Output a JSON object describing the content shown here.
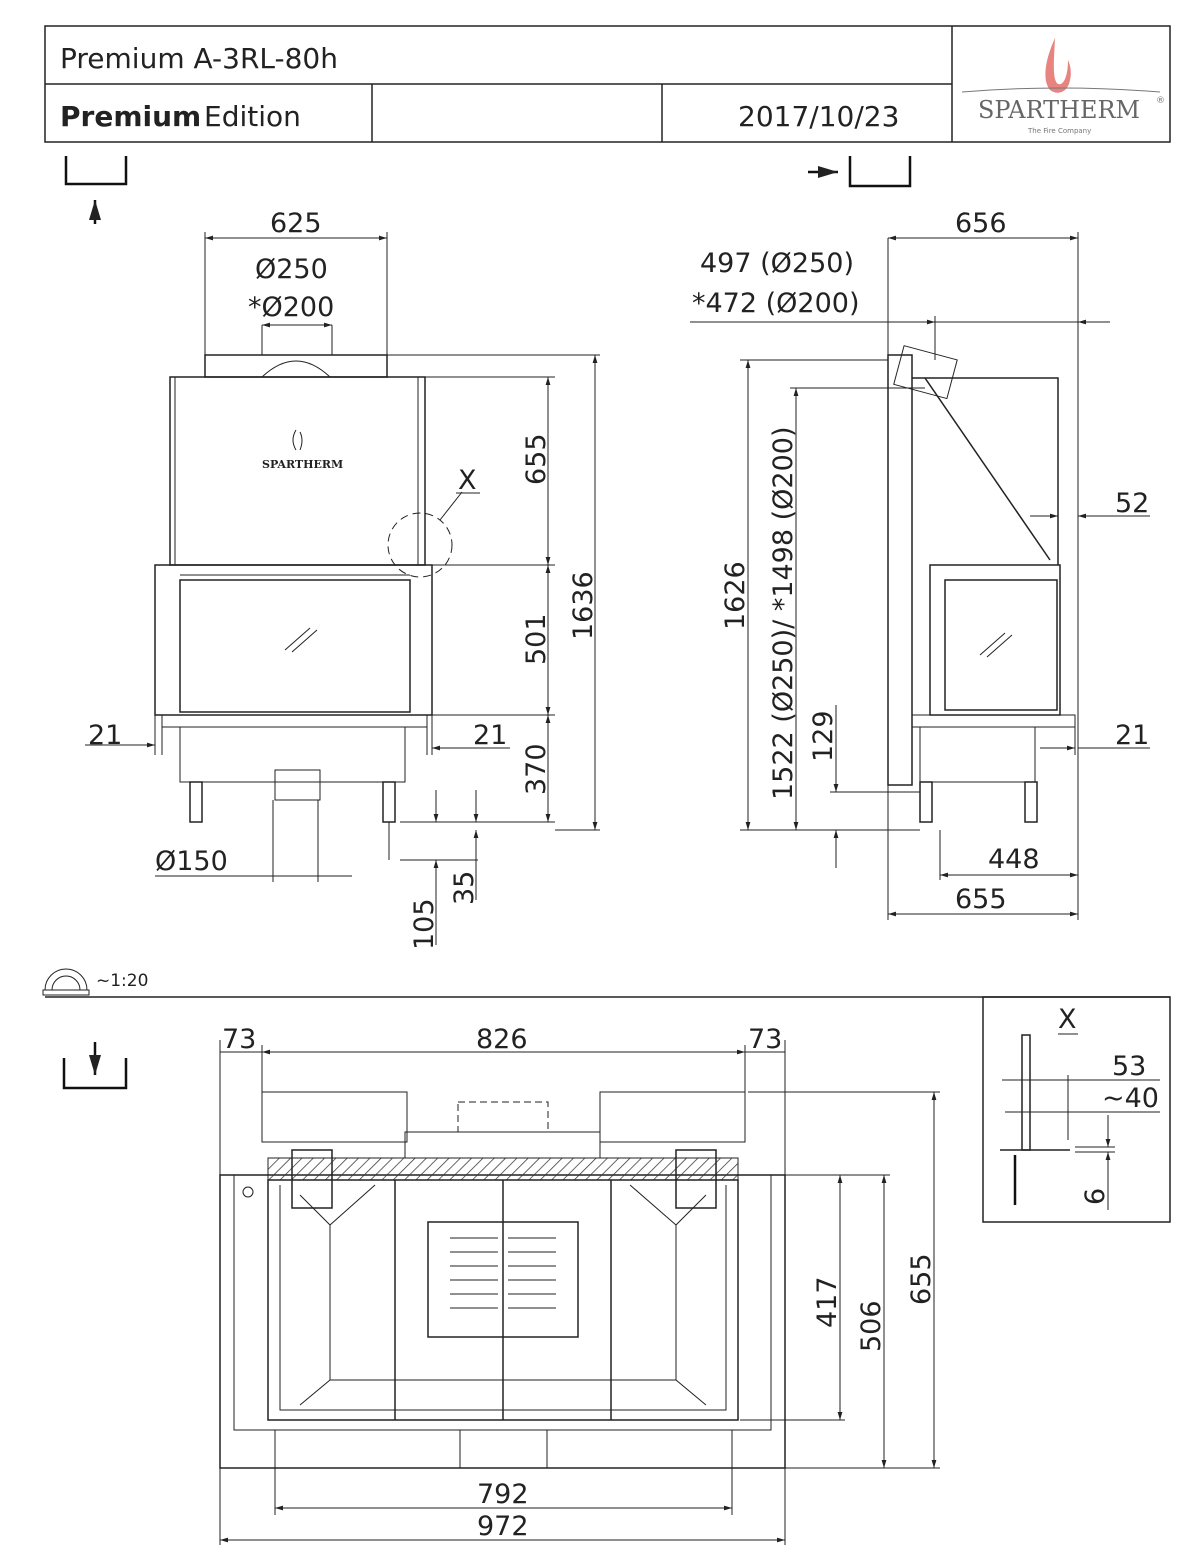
{
  "header": {
    "title": "Premium A-3RL-80h",
    "edition_bold": "Premium",
    "edition_rest": "Edition",
    "date": "2017/10/23",
    "logo_text": "SPARTHERM",
    "logo_tagline": "The Fire Company",
    "logo_registered": "®",
    "brand_flame_color": "#e8847f"
  },
  "scale": {
    "label": "~1:20"
  },
  "front_view": {
    "width_flue": "625",
    "flue_d1": "Ø250",
    "flue_d2": "*Ø200",
    "upper_height": "655",
    "door_height": "501",
    "base_height": "370",
    "total_height": "1636",
    "left_offset": "21",
    "right_offset": "21",
    "air_inlet": "Ø150",
    "foot_adjust": "35",
    "foot_height": "105",
    "detail_marker": "X",
    "product_logo": "SPARTHERM"
  },
  "side_view": {
    "depth_total": "656",
    "flue_pos_1": "497 (Ø250)",
    "flue_pos_2": "*472 (Ø200)",
    "hood_offset": "52",
    "ledge_offset": "21",
    "total_height": "1626",
    "flue_height": "1522 (Ø250)/ *1498 (Ø200)",
    "air_height": "129",
    "base_depth": "448",
    "depth": "655"
  },
  "top_view": {
    "left_margin": "73",
    "inner_width": "826",
    "right_margin": "73",
    "depth_inner": "417",
    "depth_mid": "506",
    "depth_total": "655",
    "glass_width": "792",
    "total_width": "972"
  },
  "detail_x": {
    "title": "X",
    "dim1": "53",
    "dim2": "~40",
    "dim3": "6"
  }
}
